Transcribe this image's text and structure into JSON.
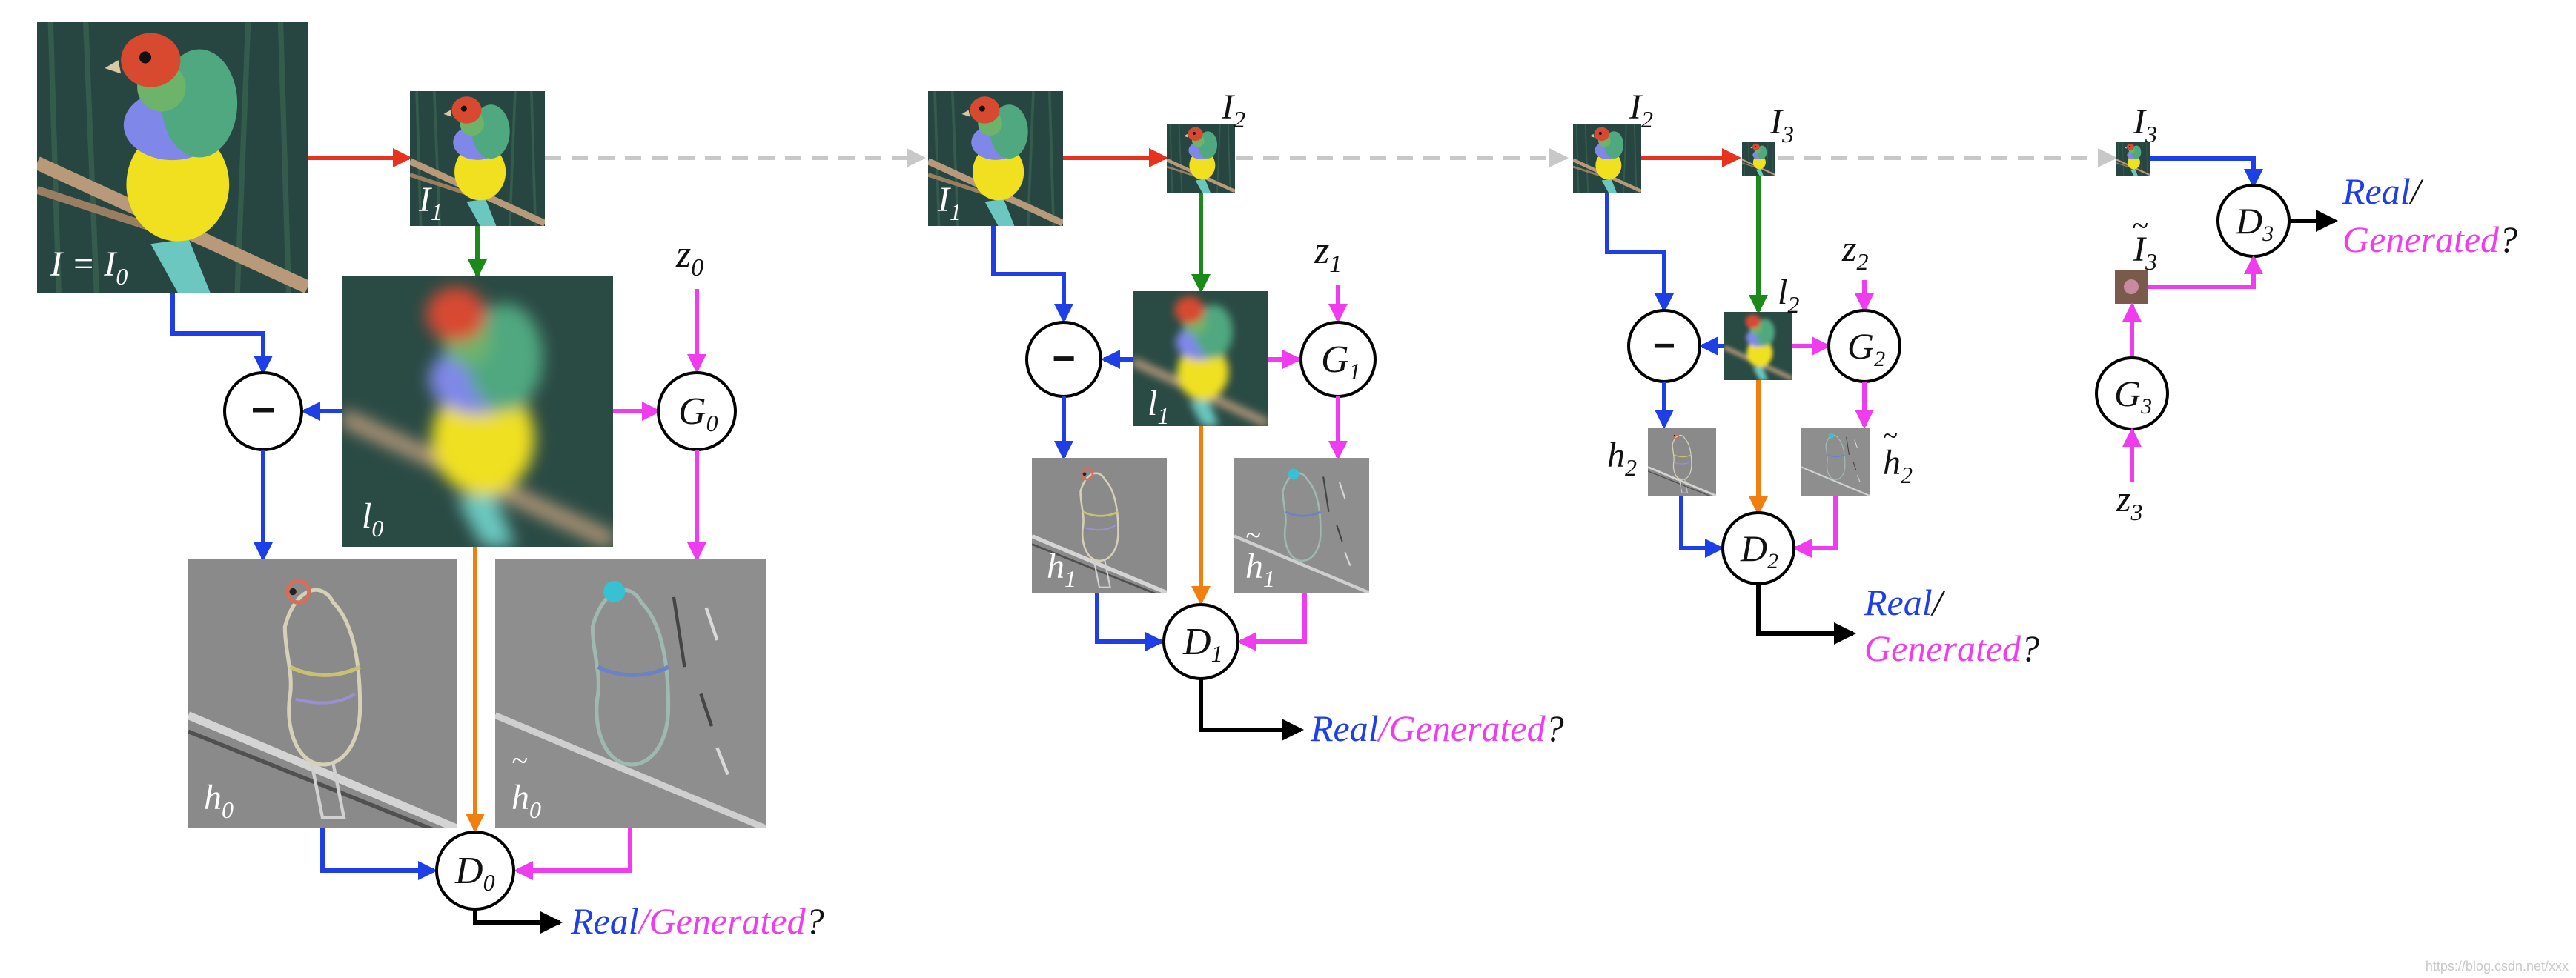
{
  "colors": {
    "real": "#1f3fe6",
    "generated": "#ee3cee",
    "down": "#e8321e",
    "up": "#1b8a1b",
    "low": "#f07f10",
    "ghost": "#c8c8c8",
    "out": "#000000"
  },
  "labels": {
    "i0": "I = I",
    "i0_sub": "0",
    "I": "I",
    "l": "l",
    "h": "h",
    "z": "z",
    "G": "G",
    "D": "D",
    "htilde": "h",
    "Itilde": "I",
    "tilde": "~",
    "minus": "−",
    "sub0": "0",
    "sub1": "1",
    "sub2": "2",
    "sub3": "3"
  },
  "output": {
    "real": "Real",
    "slash": "/",
    "generated": "Generated",
    "question": "?"
  },
  "watermark": "https://blog.csdn.net/xxx"
}
